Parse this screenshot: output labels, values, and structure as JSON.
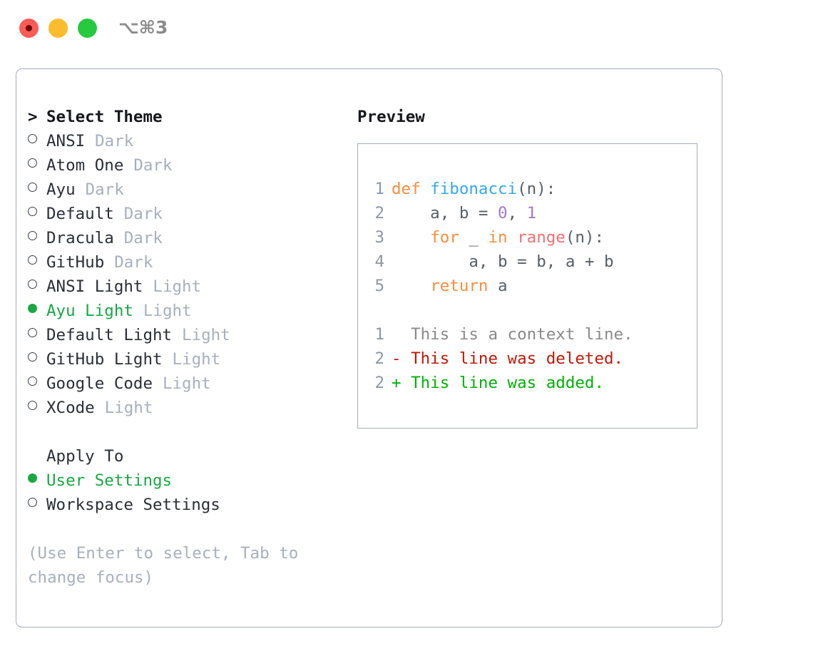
{
  "window": {
    "title_shortcut": "⌥⌘3",
    "traffic_lights": [
      {
        "name": "close-button",
        "color": "#fb5a55"
      },
      {
        "name": "minimize-button",
        "color": "#fdbc2e"
      },
      {
        "name": "maximize-button",
        "color": "#27ca3f"
      }
    ]
  },
  "theme_section": {
    "caret": ">",
    "header": "Select Theme",
    "items": [
      {
        "label": "ANSI",
        "variant": "Dark",
        "selected": false
      },
      {
        "label": "Atom One",
        "variant": "Dark",
        "selected": false
      },
      {
        "label": "Ayu",
        "variant": "Dark",
        "selected": false
      },
      {
        "label": "Default",
        "variant": "Dark",
        "selected": false
      },
      {
        "label": "Dracula",
        "variant": "Dark",
        "selected": false
      },
      {
        "label": "GitHub",
        "variant": "Dark",
        "selected": false
      },
      {
        "label": "ANSI Light",
        "variant": "Light",
        "selected": false
      },
      {
        "label": "Ayu Light",
        "variant": "Light",
        "selected": true
      },
      {
        "label": "Default Light",
        "variant": "Light",
        "selected": false
      },
      {
        "label": "GitHub Light",
        "variant": "Light",
        "selected": false
      },
      {
        "label": "Google Code",
        "variant": "Light",
        "selected": false
      },
      {
        "label": "XCode",
        "variant": "Light",
        "selected": false
      }
    ]
  },
  "apply_section": {
    "header": "Apply To",
    "items": [
      {
        "label": "User Settings",
        "selected": true
      },
      {
        "label": "Workspace Settings",
        "selected": false
      }
    ]
  },
  "hint": "(Use Enter to select, Tab to change focus)",
  "preview": {
    "title": "Preview",
    "code_lines": [
      {
        "number": "1",
        "tokens": [
          {
            "text": "def ",
            "type": "kw"
          },
          {
            "text": "fibonacci",
            "type": "fn"
          },
          {
            "text": "(n):",
            "type": "plain"
          }
        ]
      },
      {
        "number": "2",
        "tokens": [
          {
            "text": "    a, b = ",
            "type": "plain"
          },
          {
            "text": "0",
            "type": "num"
          },
          {
            "text": ", ",
            "type": "plain"
          },
          {
            "text": "1",
            "type": "num"
          }
        ]
      },
      {
        "number": "3",
        "tokens": [
          {
            "text": "    ",
            "type": "plain"
          },
          {
            "text": "for",
            "type": "kw"
          },
          {
            "text": " _ ",
            "type": "plain"
          },
          {
            "text": "in",
            "type": "kw"
          },
          {
            "text": " ",
            "type": "plain"
          },
          {
            "text": "range",
            "type": "builtin"
          },
          {
            "text": "(n):",
            "type": "plain"
          }
        ]
      },
      {
        "number": "4",
        "tokens": [
          {
            "text": "        a, b = b, a + b",
            "type": "plain"
          }
        ]
      },
      {
        "number": "5",
        "tokens": [
          {
            "text": "    ",
            "type": "plain"
          },
          {
            "text": "return",
            "type": "kw"
          },
          {
            "text": " a",
            "type": "plain"
          }
        ]
      }
    ],
    "diff_lines": [
      {
        "number": "1",
        "marker": " ",
        "text": "This is a context line.",
        "kind": "ctx"
      },
      {
        "number": "2",
        "marker": "-",
        "text": "This line was deleted.",
        "kind": "del"
      },
      {
        "number": "2",
        "marker": "+",
        "text": "This line was added.",
        "kind": "add"
      }
    ]
  },
  "colors": {
    "panel_border": "#a4adbb",
    "accent_green": "#19a844",
    "muted_text": "#a7b0bd",
    "gutter": "#8d97a5",
    "keyword": "#fa8d3e",
    "function": "#36a7f0",
    "number": "#a37acc",
    "builtin": "#f07171",
    "diff_add": "#00b207",
    "diff_del": "#c21807",
    "diff_ctx": "#8a8a8a"
  }
}
